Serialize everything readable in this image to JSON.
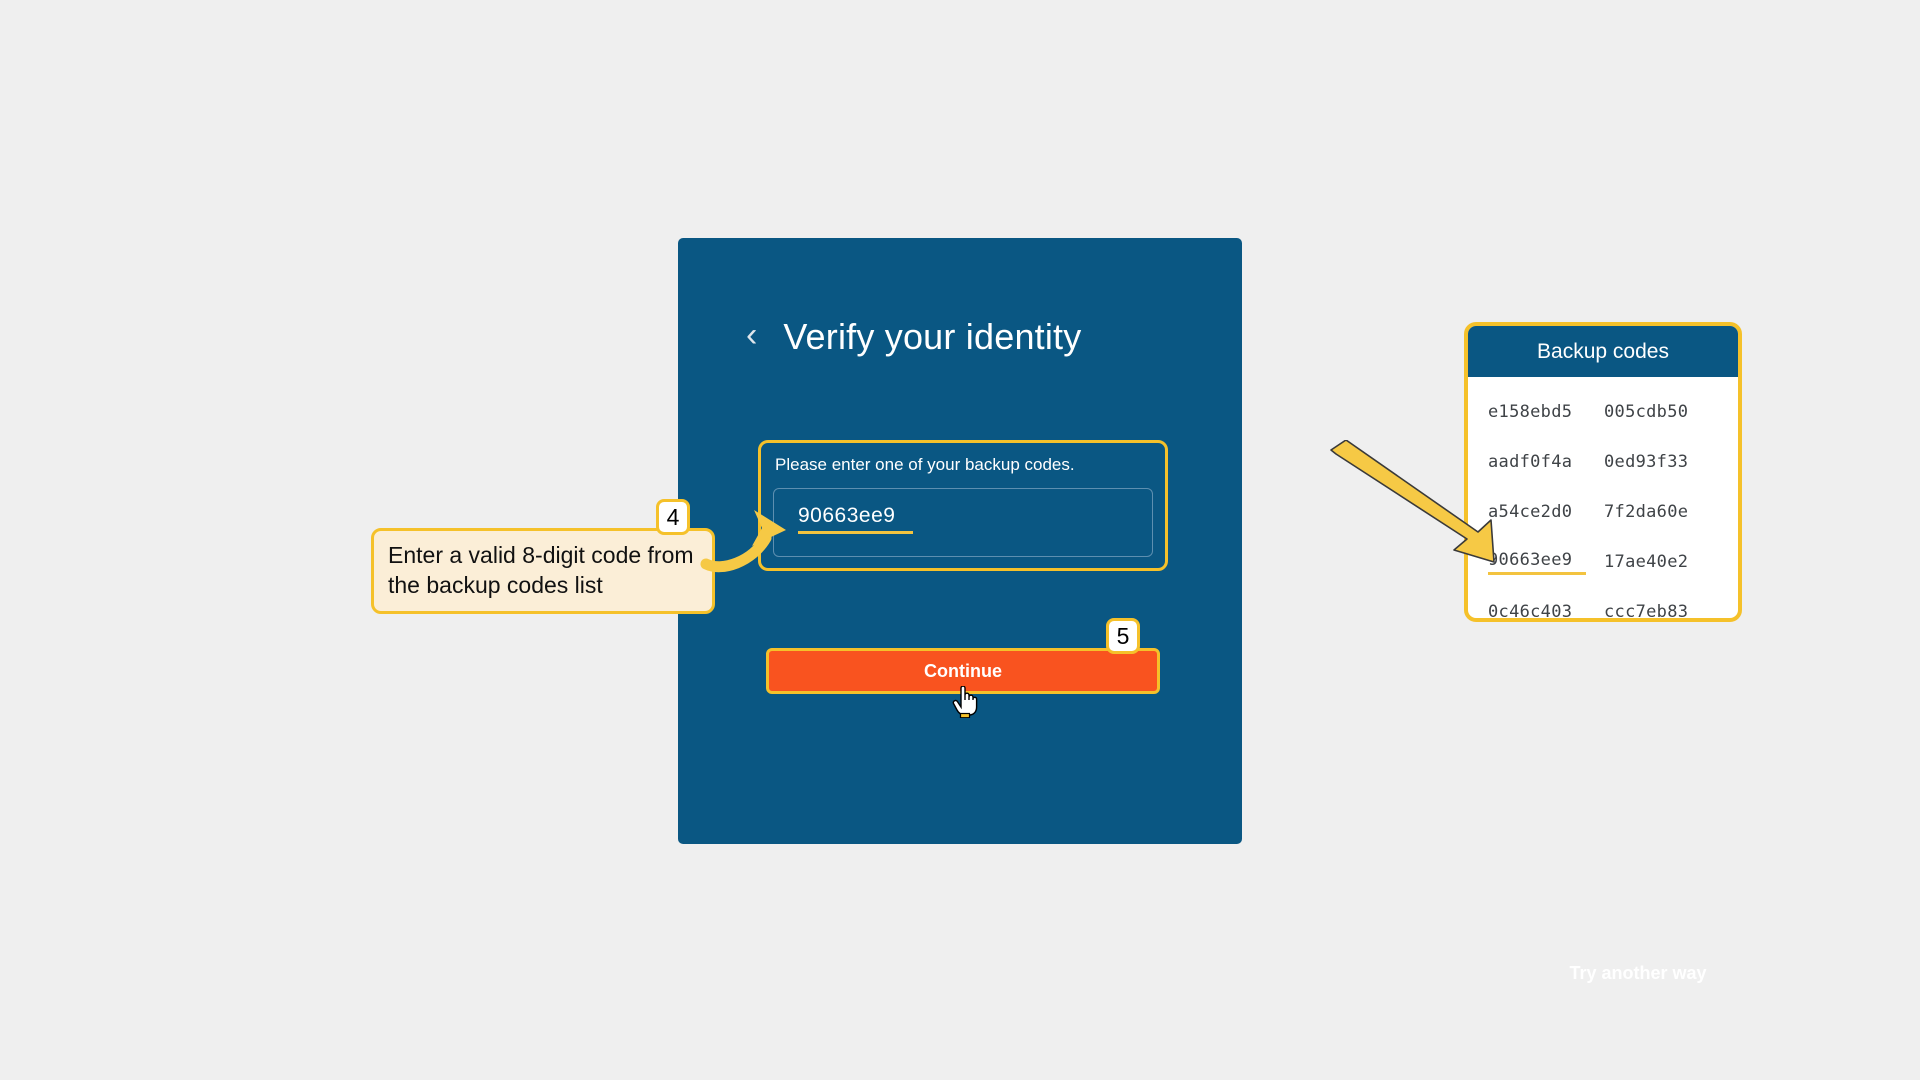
{
  "page": {
    "background_color": "#efefef"
  },
  "auth_card": {
    "background_color": "#0a5783",
    "back_chevron": "‹",
    "title": "Verify your identity",
    "prompt": {
      "text": "Please enter one of your backup codes.",
      "input_value": "90663ee9",
      "input_placeholder": "",
      "highlight_color": "#f5c12a",
      "underline_color": "#f3c33f"
    },
    "continue_button": {
      "label": "Continue",
      "background_color": "#f9531f",
      "highlight_color": "#f5c12a"
    },
    "try_another_way": {
      "label": "Try another way"
    }
  },
  "annotations": {
    "step_4": {
      "badge": "4",
      "text": "Enter a valid 8-digit code from the backup codes list",
      "bubble_color": "#fbeed7",
      "border_color": "#f5c12a"
    },
    "step_5": {
      "badge": "5"
    },
    "arrow_color": "#f6c945"
  },
  "backup_codes_panel": {
    "title": "Backup codes",
    "header_color": "#0a5783",
    "border_color": "#f5c12a",
    "highlighted_code": "90663ee9",
    "rows": [
      {
        "left": "e158ebd5",
        "right": "005cdb50"
      },
      {
        "left": "aadf0f4a",
        "right": "0ed93f33"
      },
      {
        "left": "a54ce2d0",
        "right": "7f2da60e"
      },
      {
        "left": "90663ee9",
        "right": "17ae40e2"
      },
      {
        "left": "0c46c403",
        "right": "ccc7eb83"
      }
    ]
  }
}
